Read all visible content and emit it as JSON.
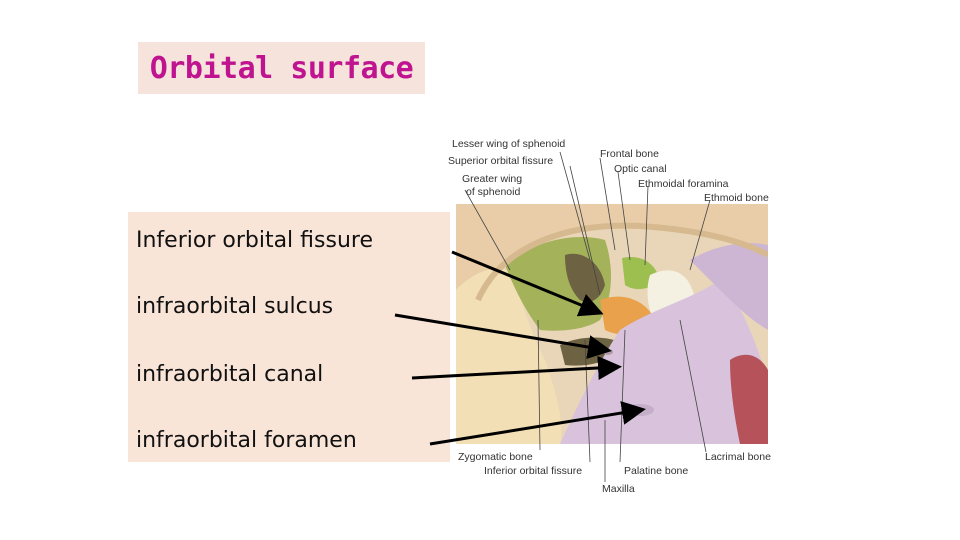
{
  "title": "Orbital surface",
  "terms": [
    "Inferior orbital fissure",
    "infraorbital sulcus",
    "infraorbital canal",
    "infraorbital foramen"
  ],
  "figure_labels": {
    "lesser_wing": "Lesser wing of sphenoid",
    "superior_orbital_fissure": "Superior orbital fissure",
    "greater_wing_1": "Greater wing",
    "greater_wing_2": "of sphenoid",
    "frontal_bone": "Frontal bone",
    "optic_canal": "Optic canal",
    "ethmoidal_foramina": "Ethmoidal foramina",
    "ethmoid_bone": "Ethmoid bone",
    "zygomatic_bone": "Zygomatic bone",
    "inferior_orbital_fissure": "Inferior orbital fissure",
    "palatine_bone": "Palatine bone",
    "lacrimal_bone": "Lacrimal bone",
    "maxilla": "Maxilla"
  },
  "colors": {
    "title_text": "#c0138f",
    "title_bg": "#f6e4dc",
    "terms_bg": "#f9e5d8"
  }
}
